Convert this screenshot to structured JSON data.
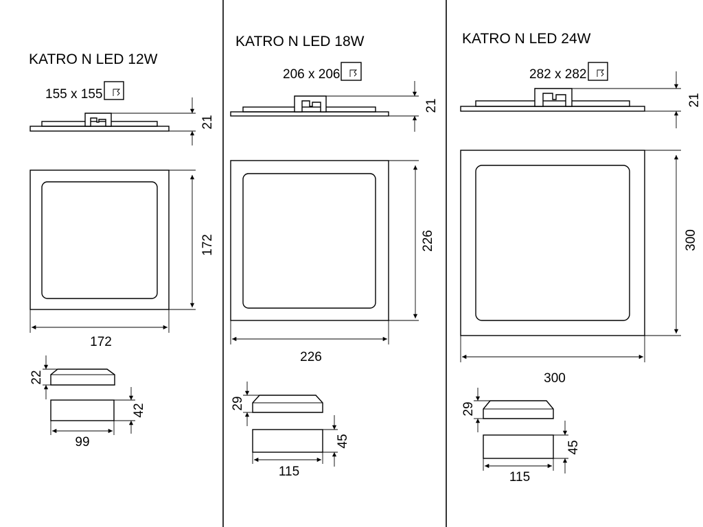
{
  "panels": [
    {
      "title": "KATRO N LED 12W",
      "cutout": "155 x 155",
      "height": "21",
      "outer_width": "172",
      "outer_height": "172",
      "box1_height": "22",
      "box2_height": "42",
      "box2_width": "99"
    },
    {
      "title": "KATRO N LED 18W",
      "cutout": "206 x 206",
      "height": "21",
      "outer_width": "226",
      "outer_height": "226",
      "box1_height": "29",
      "box2_height": "45",
      "box2_width": "115"
    },
    {
      "title": "KATRO N LED 24W",
      "cutout": "282 x 282",
      "height": "21",
      "outer_width": "300",
      "outer_height": "300",
      "box1_height": "29",
      "box2_height": "45",
      "box2_width": "115"
    }
  ],
  "icons": [
    "cutout-icon"
  ]
}
